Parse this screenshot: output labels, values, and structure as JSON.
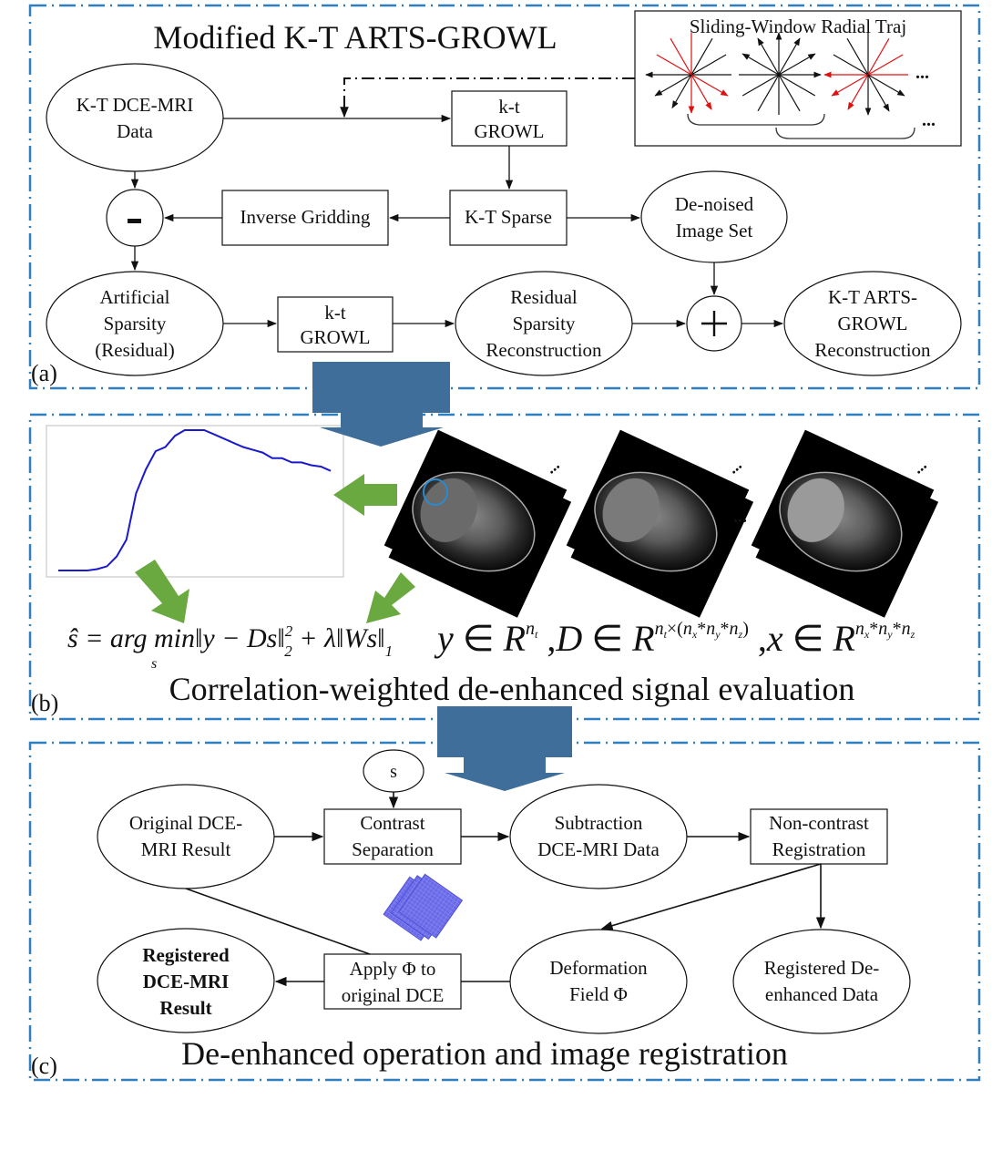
{
  "panel_a": {
    "title": "Modified K-T ARTS-GROWL",
    "label": "(a)",
    "traj_box": {
      "title": "Sliding-Window Radial Traj",
      "ellipsis": "..."
    },
    "nodes": {
      "ktdata": [
        "K-T DCE-MRI",
        "Data"
      ],
      "growl1": [
        "k-t",
        "GROWL"
      ],
      "minus": "-",
      "inverse": "Inverse Gridding",
      "ktsparse": "K-T Sparse",
      "denoised": [
        "De-noised",
        "Image Set"
      ],
      "artificial": [
        "Artificial",
        "Sparsity",
        "(Residual)"
      ],
      "growl2": [
        "k-t",
        "GROWL"
      ],
      "residual": [
        "Residual",
        "Sparsity",
        "Reconstruction"
      ],
      "plus": "+",
      "final": [
        "K-T ARTS-",
        "GROWL",
        "Reconstruction"
      ]
    }
  },
  "panel_b": {
    "label": "(b)",
    "caption": "Correlation-weighted de-enhanced signal evaluation",
    "ellipsis": "...",
    "formula_left": "ŝ = arg min ‖y − Ds‖²₂ + λ‖Ws‖₁",
    "formula_left_sub": "s",
    "formula_right": "y ∈ R^{n_t}, D ∈ R^{n_t×(n_x*n_y*n_z)}, x ∈ R^{n_x*n_y*n_z}",
    "curve": {
      "description": "signal intensity time curve (enhancement curve)",
      "values": [
        0.0,
        0.0,
        0.0,
        0.0,
        0.01,
        0.03,
        0.1,
        0.22,
        0.55,
        0.72,
        0.85,
        0.88,
        0.96,
        1.0,
        1.0,
        1.0,
        0.97,
        0.94,
        0.91,
        0.88,
        0.86,
        0.84,
        0.8,
        0.8,
        0.77,
        0.77,
        0.75,
        0.74,
        0.71
      ]
    }
  },
  "panel_c": {
    "label": "(c)",
    "caption": "De-enhanced operation and image registration",
    "nodes": {
      "s": "s",
      "original": [
        "Original DCE-",
        "MRI Result"
      ],
      "contrast": [
        "Contrast",
        "Separation"
      ],
      "subtraction": [
        "Subtraction",
        "DCE-MRI Data"
      ],
      "noncontrast": [
        "Non-contrast",
        "Registration"
      ],
      "registered_result": [
        "Registered",
        "DCE-MRI",
        "Result"
      ],
      "apply": [
        "Apply Φ to",
        "original DCE"
      ],
      "deformation": [
        "Deformation",
        "Field Φ"
      ],
      "registered_de": [
        "Registered De-",
        "enhanced Data"
      ]
    }
  },
  "colors": {
    "panel_border": "#2e7fbf",
    "big_arrow": "#3f6e9b",
    "green_arrow": "#6aa840",
    "curve": "#1a1acc",
    "red": "#e01010",
    "grid_blue": "#6a6ae8"
  }
}
